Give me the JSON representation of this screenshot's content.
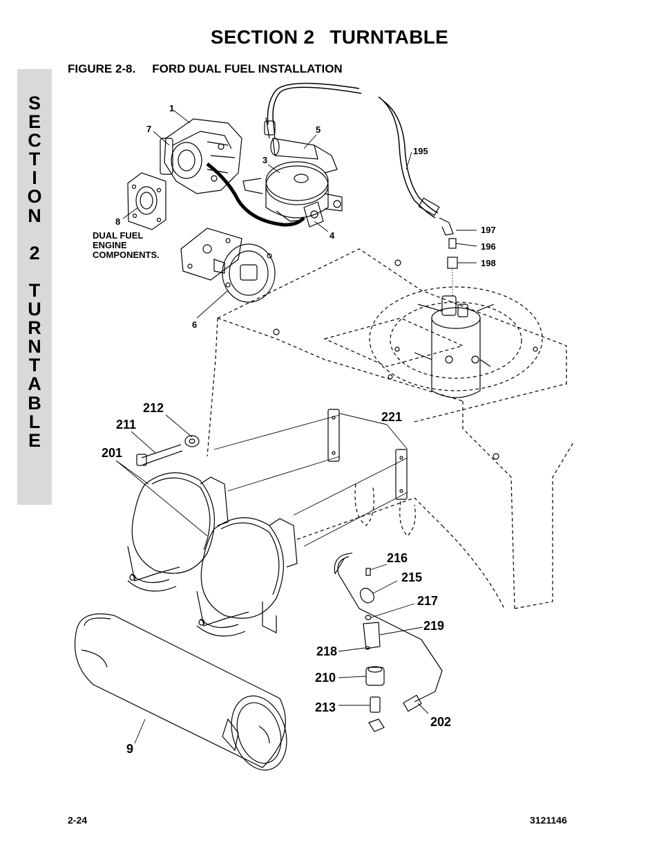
{
  "header": {
    "section": "SECTION 2",
    "title": "TURNTABLE"
  },
  "figure": {
    "number": "FIGURE 2-8.",
    "title": "FORD DUAL FUEL INSTALLATION"
  },
  "side_tab": {
    "letters": [
      "S",
      "E",
      "C",
      "T",
      "I",
      "O",
      "N",
      "",
      "2",
      "",
      "T",
      "U",
      "R",
      "N",
      "T",
      "A",
      "B",
      "L",
      "E"
    ]
  },
  "callouts": {
    "c1": "1",
    "c7": "7",
    "c5": "5",
    "c3": "3",
    "c195": "195",
    "c8": "8",
    "c4": "4",
    "c197": "197",
    "c196": "196",
    "c198": "198",
    "c6": "6",
    "c212": "212",
    "c211": "211",
    "c221": "221",
    "c201": "201",
    "c216": "216",
    "c215": "215",
    "c217": "217",
    "c219": "219",
    "c218": "218",
    "c210": "210",
    "c213": "213",
    "c202": "202",
    "c9": "9"
  },
  "note": {
    "line1": "DUAL FUEL",
    "line2": "ENGINE",
    "line3": "COMPONENTS."
  },
  "footer": {
    "page": "2-24",
    "doc_number": "3121146"
  }
}
